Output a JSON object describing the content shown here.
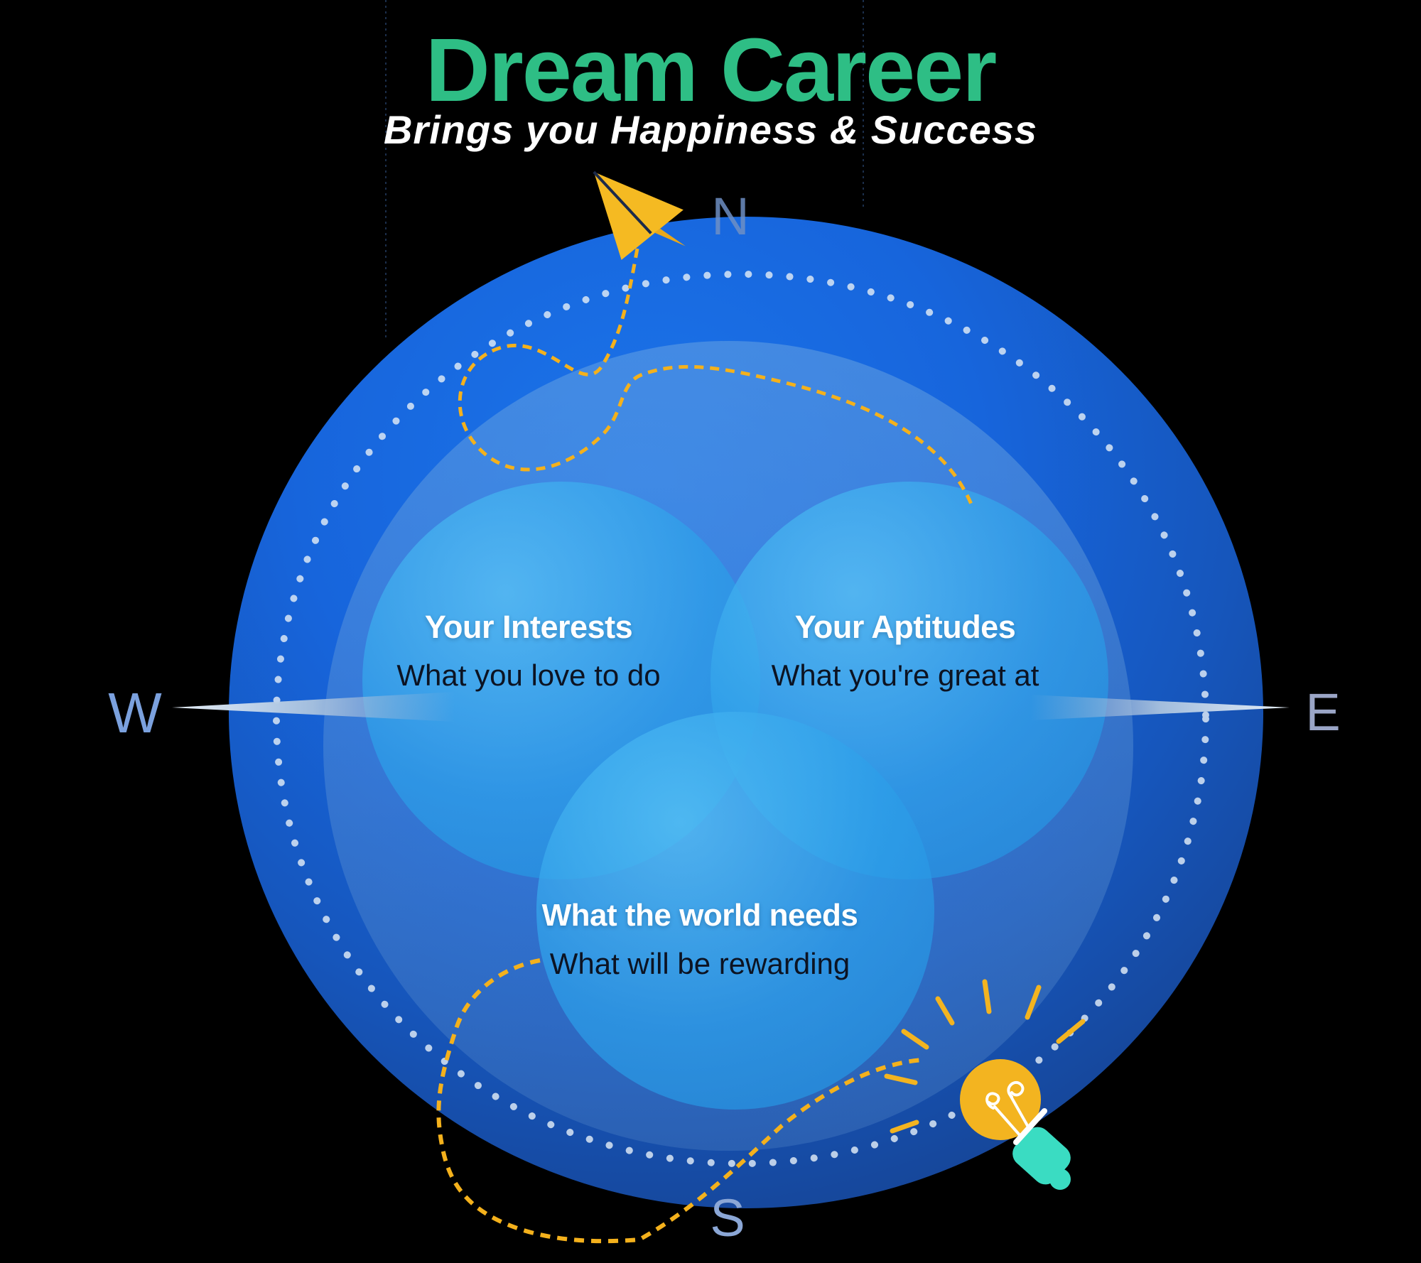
{
  "header": {
    "title": "Dream Career",
    "subtitle": "Brings you Happiness & Success"
  },
  "compass": {
    "north": "N",
    "east": "E",
    "south": "S",
    "west": "W"
  },
  "venn": {
    "interests": {
      "heading": "Your Interests",
      "subtext": "What you love to do"
    },
    "aptitudes": {
      "heading": "Your Aptitudes",
      "subtext": "What you're great at"
    },
    "world_needs": {
      "heading": "What the world needs",
      "subtext": "What will be rewarding"
    }
  },
  "icons": {
    "paper_plane": "paper-plane-icon",
    "lightbulb": "lightbulb-icon",
    "needle_west": "compass-needle-west-icon",
    "needle_east": "compass-needle-east-icon",
    "dotted_ring": "compass-dotted-ring"
  },
  "colors": {
    "background": "#000000",
    "title_green": "#2EBE85",
    "subtitle_white": "#FFFFFF",
    "outer_circle_blue": "#1765DC",
    "outer_circle_dark": "#133E88",
    "inner_disc_blue": "#3A7DD0",
    "venn_circle_blue": "#2FA6EC",
    "dotted_ring_white": "#D9E6F5",
    "trail_yellow": "#F4B11C",
    "plane_yellow": "#F5BA22",
    "bulb_yellow": "#F3B420",
    "bulb_base_teal": "#3ADCC2",
    "compass_letter_blue": "#7BA1DE",
    "subtext_dark": "#0C1322"
  }
}
